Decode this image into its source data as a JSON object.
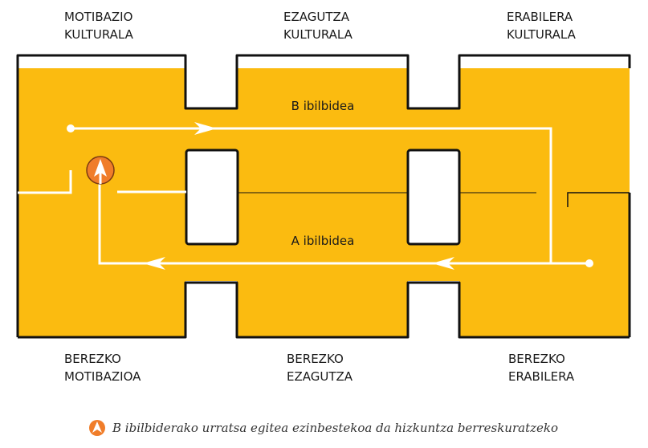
{
  "top_labels": [
    {
      "line1": "MOTIBAZIO",
      "line2": "KULTURALA"
    },
    {
      "line1": "EZAGUTZA",
      "line2": "KULTURALA"
    },
    {
      "line1": "ERABILERA",
      "line2": "KULTURALA"
    }
  ],
  "bottom_labels": [
    {
      "line1": "BEREZKO",
      "line2": "MOTIBAZIOA"
    },
    {
      "line1": "BEREZKO",
      "line2": "EZAGUTZA"
    },
    {
      "line1": "BEREZKO",
      "line2": "ERABILERA"
    }
  ],
  "paths": {
    "b_label": "B ibilbidea",
    "a_label": "A ibilbidea"
  },
  "footnote": {
    "text": "B ibilbiderako urratsa egitea ezinbestekoa da hizkuntza berreskuratzeko"
  },
  "colors": {
    "fill": "#FBBB10",
    "outline": "#111111",
    "path_line": "#ffffff",
    "marker": "#F07D2A"
  },
  "icons": {
    "marker": "up-arrow-in-orange-circle"
  }
}
